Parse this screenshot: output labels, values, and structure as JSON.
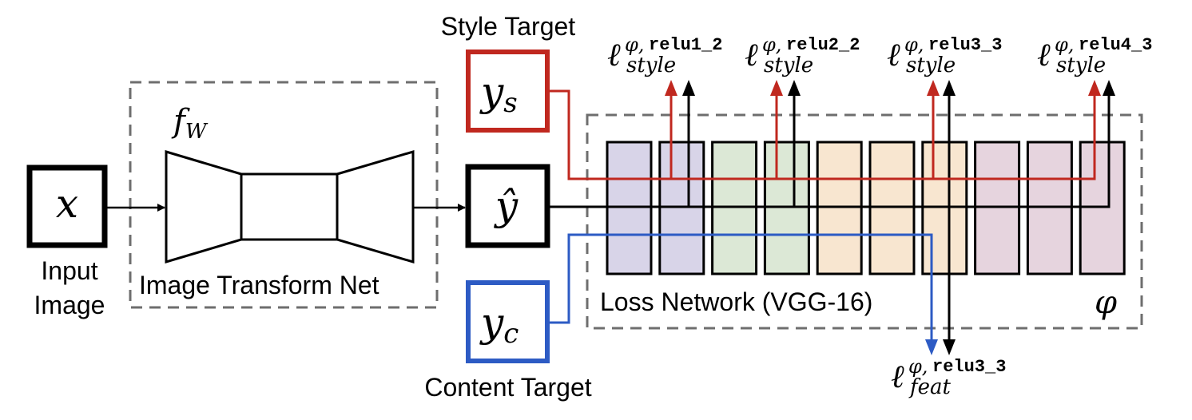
{
  "labels": {
    "input_image_line1": "Input",
    "input_image_line2": "Image",
    "image_transform_net": "Image Transform Net",
    "transform_fn": "f",
    "transform_fn_sub": "W",
    "style_target": "Style Target",
    "content_target": "Content Target",
    "loss_network": "Loss Network (VGG-16)",
    "phi": "φ"
  },
  "nodes": {
    "input": {
      "symbol": "x",
      "border_color": "#000000"
    },
    "output": {
      "symbol": "ŷ",
      "border_color": "#000000"
    },
    "style": {
      "symbol": "y",
      "sub": "s",
      "border_color": "#c0281f"
    },
    "content": {
      "symbol": "y",
      "sub": "c",
      "border_color": "#2d5bc4"
    }
  },
  "vgg_blocks": [
    {
      "group": "relu1",
      "color": "#d8d4e8"
    },
    {
      "group": "relu1",
      "color": "#d8d4e8"
    },
    {
      "group": "relu2",
      "color": "#dce8d6"
    },
    {
      "group": "relu2",
      "color": "#dce8d6"
    },
    {
      "group": "relu3",
      "color": "#f8e6d0"
    },
    {
      "group": "relu3",
      "color": "#f8e6d0"
    },
    {
      "group": "relu3",
      "color": "#f8e6d0"
    },
    {
      "group": "relu4",
      "color": "#e6d4de"
    },
    {
      "group": "relu4",
      "color": "#e6d4de"
    },
    {
      "group": "relu4",
      "color": "#e6d4de"
    }
  ],
  "style_losses": [
    {
      "symbol": "ℓ",
      "sup": "φ,",
      "layer": "relu1_2",
      "sub": "style"
    },
    {
      "symbol": "ℓ",
      "sup": "φ,",
      "layer": "relu2_2",
      "sub": "style"
    },
    {
      "symbol": "ℓ",
      "sup": "φ,",
      "layer": "relu3_3",
      "sub": "style"
    },
    {
      "symbol": "ℓ",
      "sup": "φ,",
      "layer": "relu4_3",
      "sub": "style"
    }
  ],
  "feature_loss": {
    "symbol": "ℓ",
    "sup": "φ,",
    "layer": "relu3_3",
    "sub": "feat"
  },
  "colors": {
    "style": "#c0281f",
    "content": "#2d5bc4",
    "main": "#000000",
    "dashed_border": "#6e6e6e"
  }
}
